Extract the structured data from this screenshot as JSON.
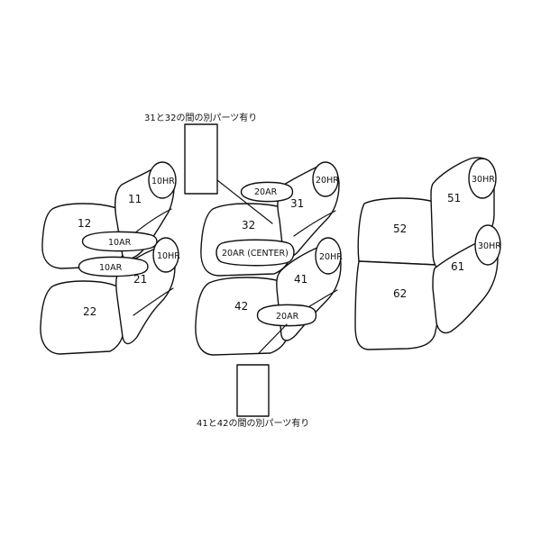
{
  "notes": {
    "top": "31と32の間の別パーツ有り",
    "bottom": "41と42の間の別パーツ有り"
  },
  "parts": {
    "p10hr_top": "10HR",
    "p11": "11",
    "p12": "12",
    "p10ar_top": "10AR",
    "p10ar_bottom": "10AR",
    "p10hr_bottom": "10HR",
    "p21": "21",
    "p22": "22",
    "p20ar_top": "20AR",
    "p20hr_top": "20HR",
    "p31": "31",
    "p32": "32",
    "p20ar_center": "20AR (CENTER)",
    "p20hr_bottom": "20HR",
    "p41": "41",
    "p42": "42",
    "p20ar_bottom": "20AR",
    "p30hr_top": "30HR",
    "p51": "51",
    "p52": "52",
    "p30hr_bottom": "30HR",
    "p61": "61",
    "p62": "62"
  }
}
